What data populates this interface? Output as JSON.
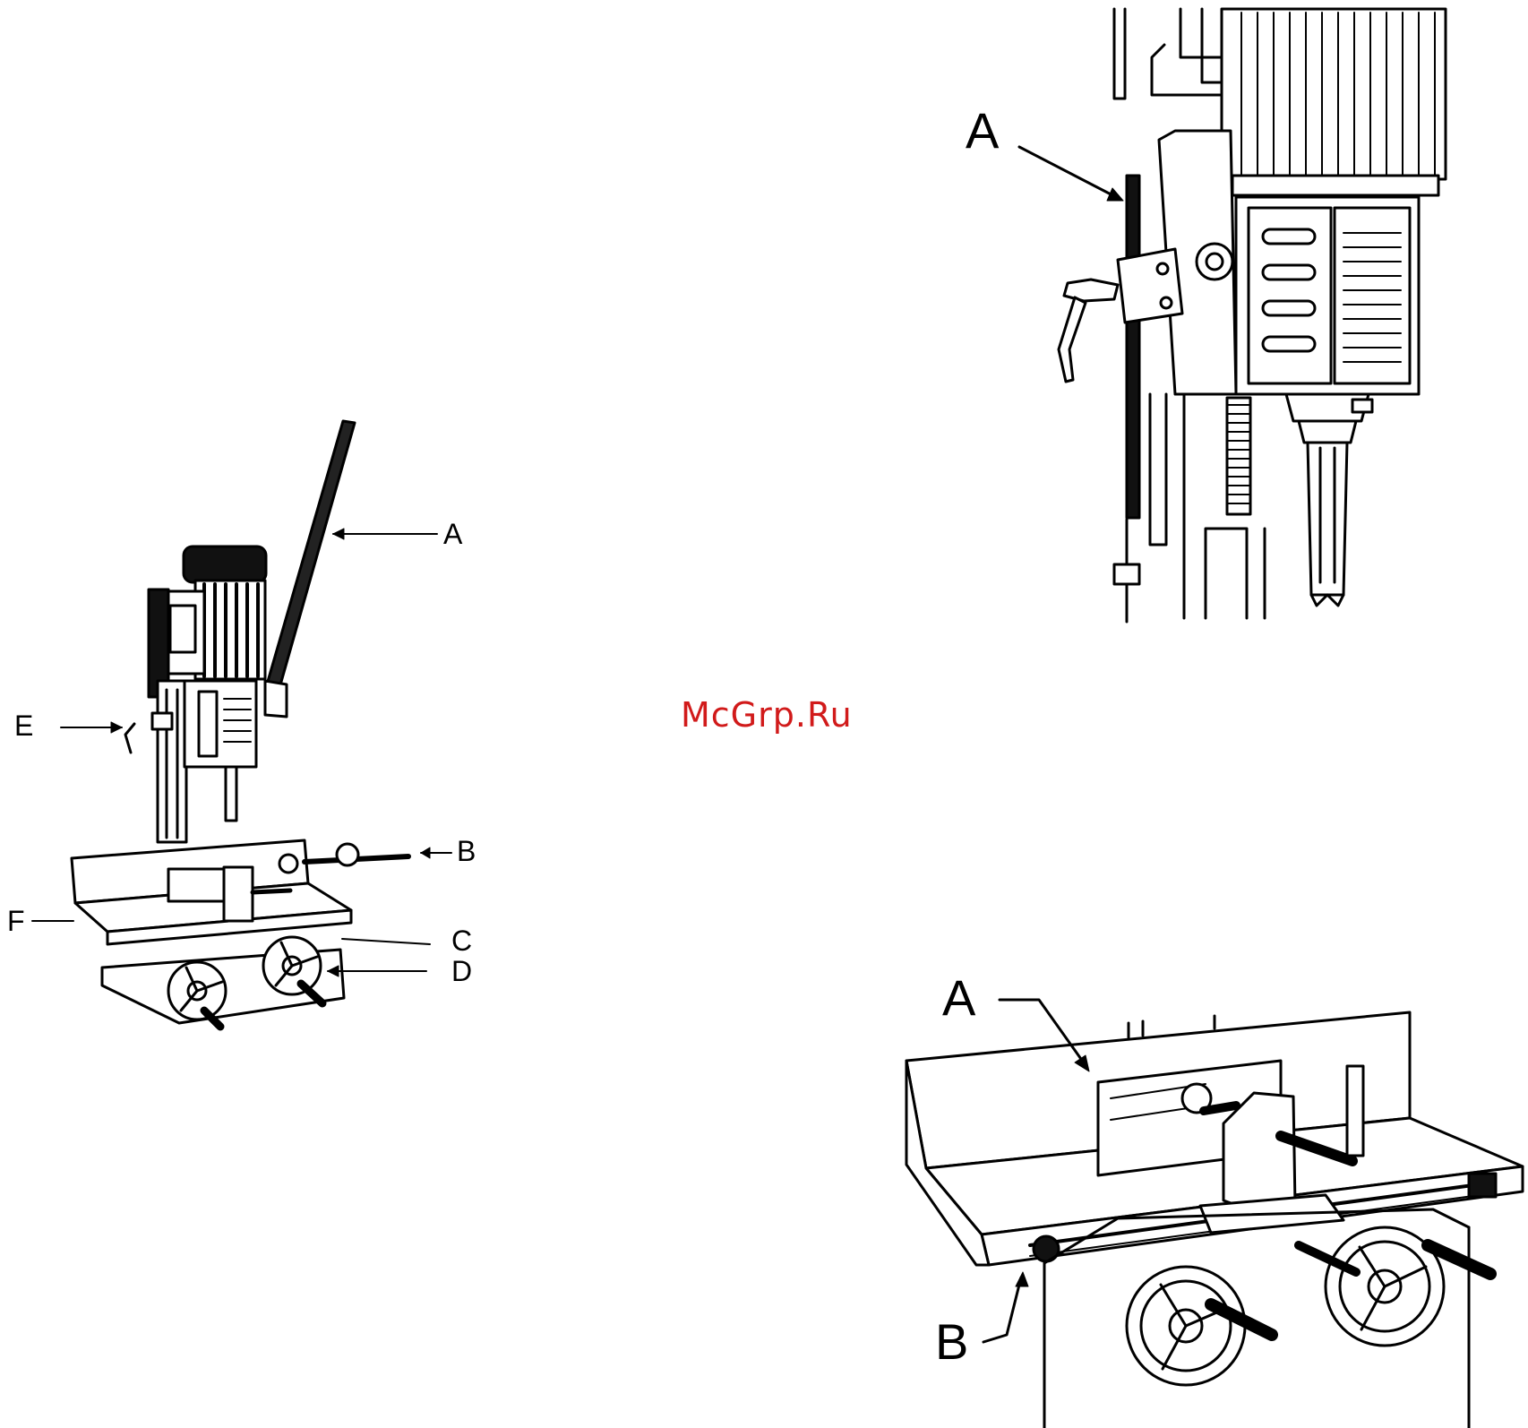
{
  "watermark": "McGrp.Ru",
  "figures": {
    "machine_overview": {
      "callouts": [
        "A",
        "B",
        "C",
        "D",
        "E",
        "F"
      ]
    },
    "fence_detail": {
      "callouts": [
        "A"
      ]
    },
    "table_detail": {
      "callouts": [
        "A",
        "B"
      ]
    }
  }
}
